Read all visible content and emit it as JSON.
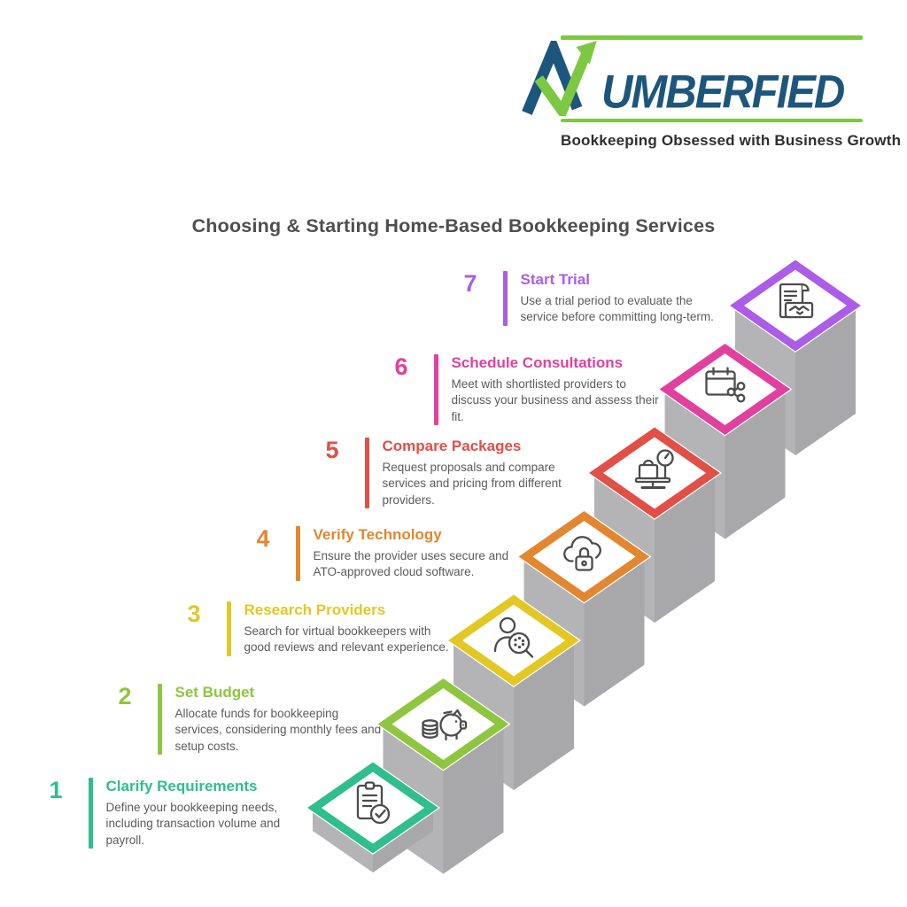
{
  "brand": {
    "name": "NUMBERFIED",
    "wordmark_first_letter": "N",
    "wordmark_rest": "UMBERFIED",
    "tagline": "Bookkeeping Obsessed with Business Growth",
    "blue": "#1d567d",
    "green": "#7dc843"
  },
  "title": "Choosing & Starting Home-Based Bookkeeping Services",
  "stair_color": "#b4b4b6",
  "stair_color_dark": "#a8a8aa",
  "steps": [
    {
      "number": "1",
      "title": "Clarify Requirements",
      "description": "Define your bookkeeping needs, including transaction volume and payroll.",
      "color": "#2fbe8d",
      "icon": "clipboard-check-icon"
    },
    {
      "number": "2",
      "title": "Set Budget",
      "description": "Allocate funds for bookkeeping services, considering monthly fees and setup costs.",
      "color": "#8ec63f",
      "icon": "piggy-bank-coins-icon"
    },
    {
      "number": "3",
      "title": "Research Providers",
      "description": "Search for virtual bookkeepers with good reviews and relevant experience.",
      "color": "#e3c723",
      "icon": "person-search-icon"
    },
    {
      "number": "4",
      "title": "Verify Technology",
      "description": "Ensure the provider uses secure and ATO-approved cloud software.",
      "color": "#e2862f",
      "icon": "cloud-lock-icon"
    },
    {
      "number": "5",
      "title": "Compare Packages",
      "description": "Request proposals and compare services and pricing from different providers.",
      "color": "#e14f46",
      "icon": "package-scale-icon"
    },
    {
      "number": "6",
      "title": "Schedule Consultations",
      "description": "Meet with shortlisted providers to discuss your business and assess their fit.",
      "color": "#e2409e",
      "icon": "calendar-share-icon"
    },
    {
      "number": "7",
      "title": "Start Trial",
      "description": "Use a trial period to evaluate the service before committing long-term.",
      "color": "#ab5ce8",
      "icon": "contract-handshake-icon"
    }
  ]
}
